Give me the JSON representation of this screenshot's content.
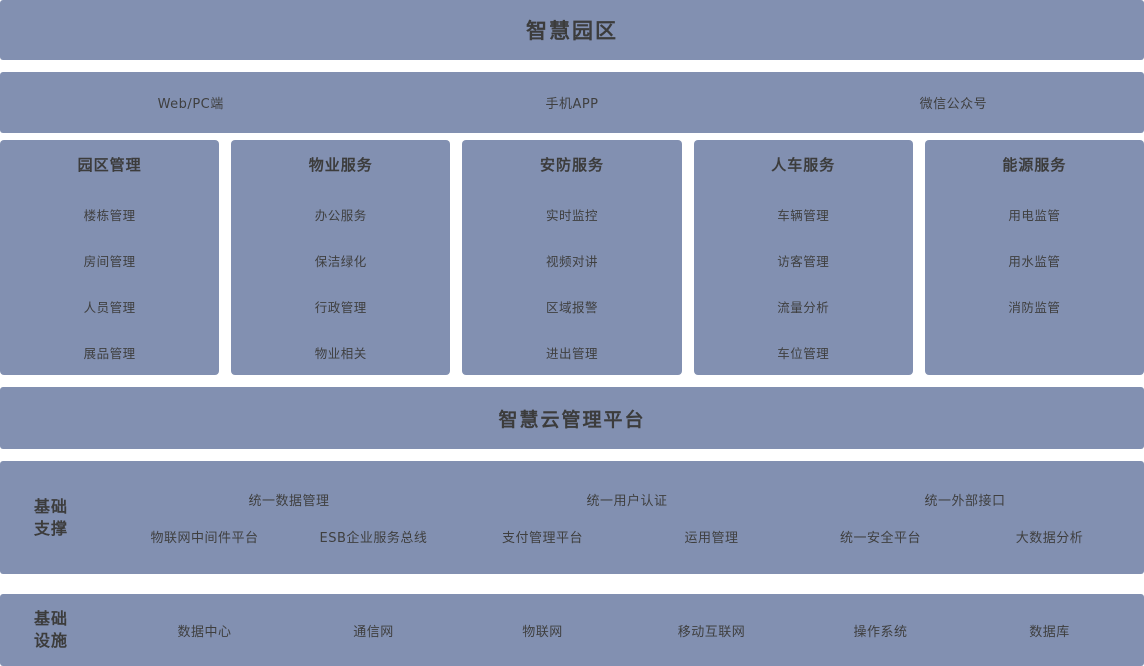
{
  "diagram": {
    "title": "智慧园区",
    "accent_color": "#8290b1",
    "background_color": "#ffffff",
    "text_color": "#3c3c3c"
  },
  "channels": [
    {
      "label": "Web/PC端"
    },
    {
      "label": "手机APP"
    },
    {
      "label": "微信公众号"
    }
  ],
  "modules": [
    {
      "title": "园区管理",
      "items": [
        "楼栋管理",
        "房间管理",
        "人员管理",
        "展品管理"
      ]
    },
    {
      "title": "物业服务",
      "items": [
        "办公服务",
        "保洁绿化",
        "行政管理",
        "物业相关"
      ]
    },
    {
      "title": "安防服务",
      "items": [
        "实时监控",
        "视频对讲",
        "区域报警",
        "进出管理"
      ]
    },
    {
      "title": "人车服务",
      "items": [
        "车辆管理",
        "访客管理",
        "流量分析",
        "车位管理"
      ]
    },
    {
      "title": "能源服务",
      "items": [
        "用电监管",
        "用水监管",
        "消防监管"
      ]
    }
  ],
  "platform": {
    "title": "智慧云管理平台"
  },
  "support": {
    "label_line1": "基础",
    "label_line2": "支撑",
    "top_row": [
      "统一数据管理",
      "统一用户认证",
      "统一外部接口"
    ],
    "bottom_row": [
      "物联网中间件平台",
      "ESB企业服务总线",
      "支付管理平台",
      "运用管理",
      "统一安全平台",
      "大数据分析"
    ]
  },
  "infrastructure": {
    "label_line1": "基础",
    "label_line2": "设施",
    "items": [
      "数据中心",
      "通信网",
      "物联网",
      "移动互联网",
      "操作系统",
      "数据库"
    ]
  }
}
